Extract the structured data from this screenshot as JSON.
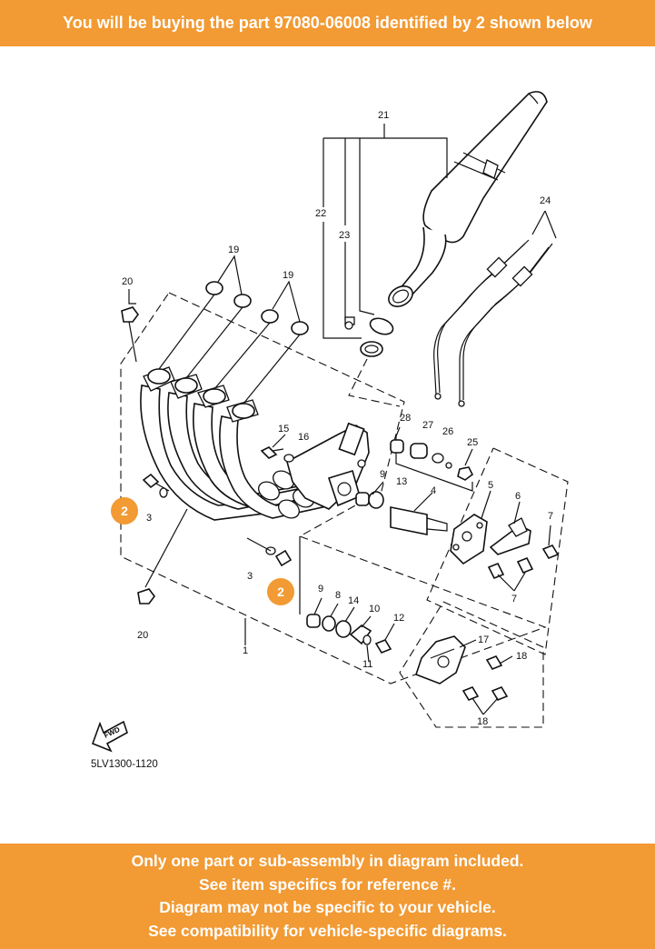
{
  "header": {
    "banner_text": "You will be buying the part 97080-06008 identified by 2 shown below",
    "accent_color": "#f29a33"
  },
  "diagram": {
    "code": "5LV1300-1120",
    "fwd_label": "FWD",
    "highlight_color": "#f29a33",
    "highlights": [
      "2",
      "2"
    ],
    "labels": {
      "l21": "21",
      "l22": "22",
      "l23": "23",
      "l24": "24",
      "l19a": "19",
      "l19b": "19",
      "l20a": "20",
      "l20b": "20",
      "l15": "15",
      "l16": "16",
      "l28": "28",
      "l27": "27",
      "l26": "26",
      "l25": "25",
      "l9a": "9",
      "l13": "13",
      "l4": "4",
      "l5": "5",
      "l6": "6",
      "l7a": "7",
      "l7b": "7",
      "l3a": "3",
      "l3b": "3",
      "l1": "1",
      "l9b": "9",
      "l8": "8",
      "l14": "14",
      "l10": "10",
      "l12": "12",
      "l11": "11",
      "l17": "17",
      "l18a": "18",
      "l18b": "18"
    }
  },
  "footer": {
    "lines": [
      "Only one part or sub-assembly in diagram included.",
      "See item specifics for reference #.",
      "Diagram may not be specific to your vehicle.",
      "See compatibility for vehicle-specific diagrams."
    ]
  }
}
